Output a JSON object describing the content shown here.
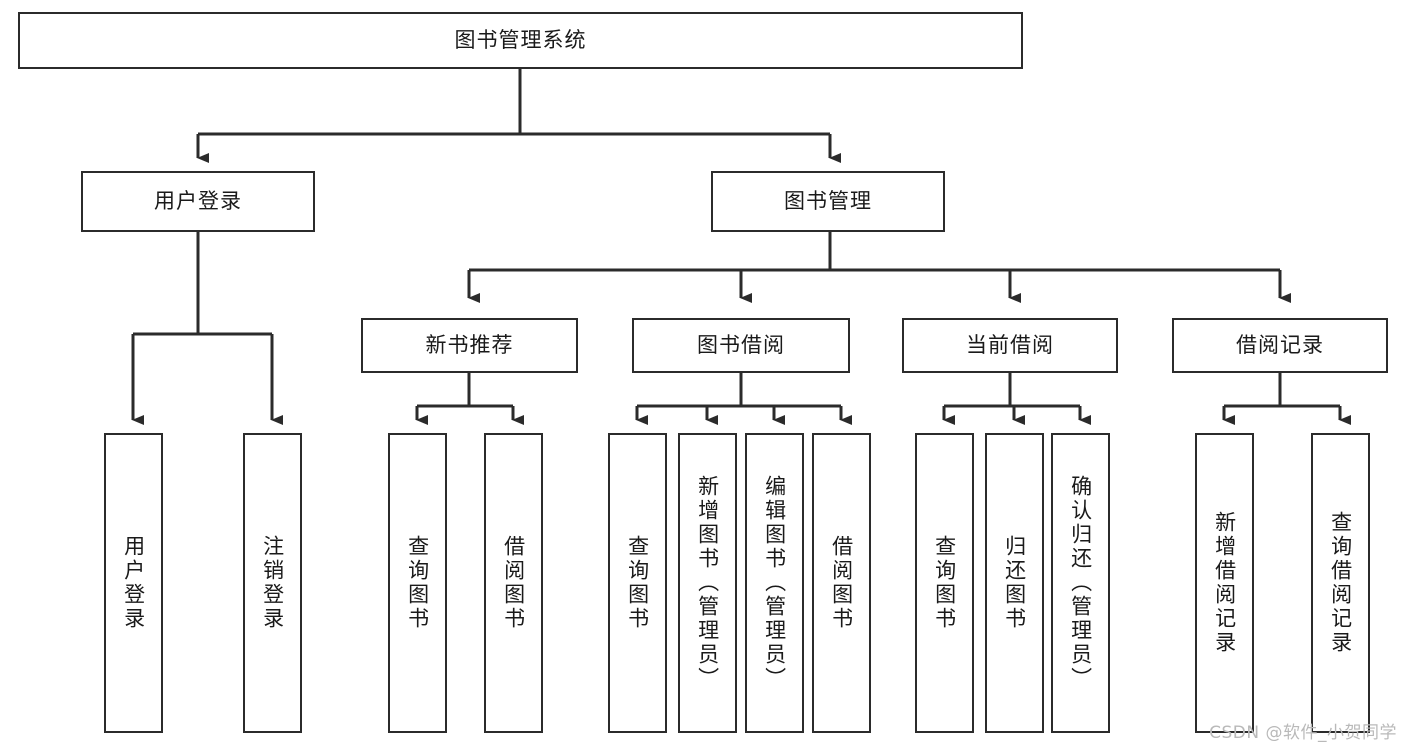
{
  "diagram": {
    "title": "图书管理系统",
    "type": "tree-hierarchy-chart",
    "watermark": "CSDN @软件_小贺同学",
    "colors": {
      "box_border": "#2b2b2b",
      "box_fill": "#ffffff",
      "connector": "#2b2b2b",
      "text": "#1a1a1a",
      "watermark": "#b9b9b9"
    },
    "nodes": {
      "root": {
        "label": "图书管理系统",
        "orientation": "horizontal"
      },
      "level2": [
        {
          "id": "user-login",
          "label": "用户登录",
          "orientation": "horizontal"
        },
        {
          "id": "book-manage",
          "label": "图书管理",
          "orientation": "horizontal"
        }
      ],
      "level3": [
        {
          "id": "new-book-recommend",
          "label": "新书推荐",
          "orientation": "horizontal"
        },
        {
          "id": "book-borrow",
          "label": "图书借阅",
          "orientation": "horizontal"
        },
        {
          "id": "current-borrow",
          "label": "当前借阅",
          "orientation": "horizontal"
        },
        {
          "id": "borrow-record",
          "label": "借阅记录",
          "orientation": "horizontal"
        }
      ],
      "leaves": {
        "user-login": [
          {
            "id": "leaf-user-login",
            "label": "用户登录",
            "orientation": "vertical"
          },
          {
            "id": "leaf-logout-login",
            "label": "注销登录",
            "orientation": "vertical"
          }
        ],
        "new-book-recommend": [
          {
            "id": "leaf-query-book-1",
            "label": "查询图书",
            "orientation": "vertical"
          },
          {
            "id": "leaf-borrow-book-1",
            "label": "借阅图书",
            "orientation": "vertical"
          }
        ],
        "book-borrow": [
          {
            "id": "leaf-query-book-2",
            "label": "查询图书",
            "orientation": "vertical"
          },
          {
            "id": "leaf-add-book",
            "label": "新增图书（管理员）",
            "orientation": "vertical"
          },
          {
            "id": "leaf-edit-book",
            "label": "编辑图书（管理员）",
            "orientation": "vertical"
          },
          {
            "id": "leaf-borrow-book-2",
            "label": "借阅图书",
            "orientation": "vertical"
          }
        ],
        "current-borrow": [
          {
            "id": "leaf-query-book-3",
            "label": "查询图书",
            "orientation": "vertical"
          },
          {
            "id": "leaf-return-book",
            "label": "归还图书",
            "orientation": "vertical"
          },
          {
            "id": "leaf-confirm-return",
            "label": "确认归还（管理员）",
            "orientation": "vertical"
          }
        ],
        "borrow-record": [
          {
            "id": "leaf-add-record",
            "label": "新增借阅记录",
            "orientation": "vertical"
          },
          {
            "id": "leaf-query-record",
            "label": "查询借阅记录",
            "orientation": "vertical"
          }
        ]
      }
    }
  }
}
